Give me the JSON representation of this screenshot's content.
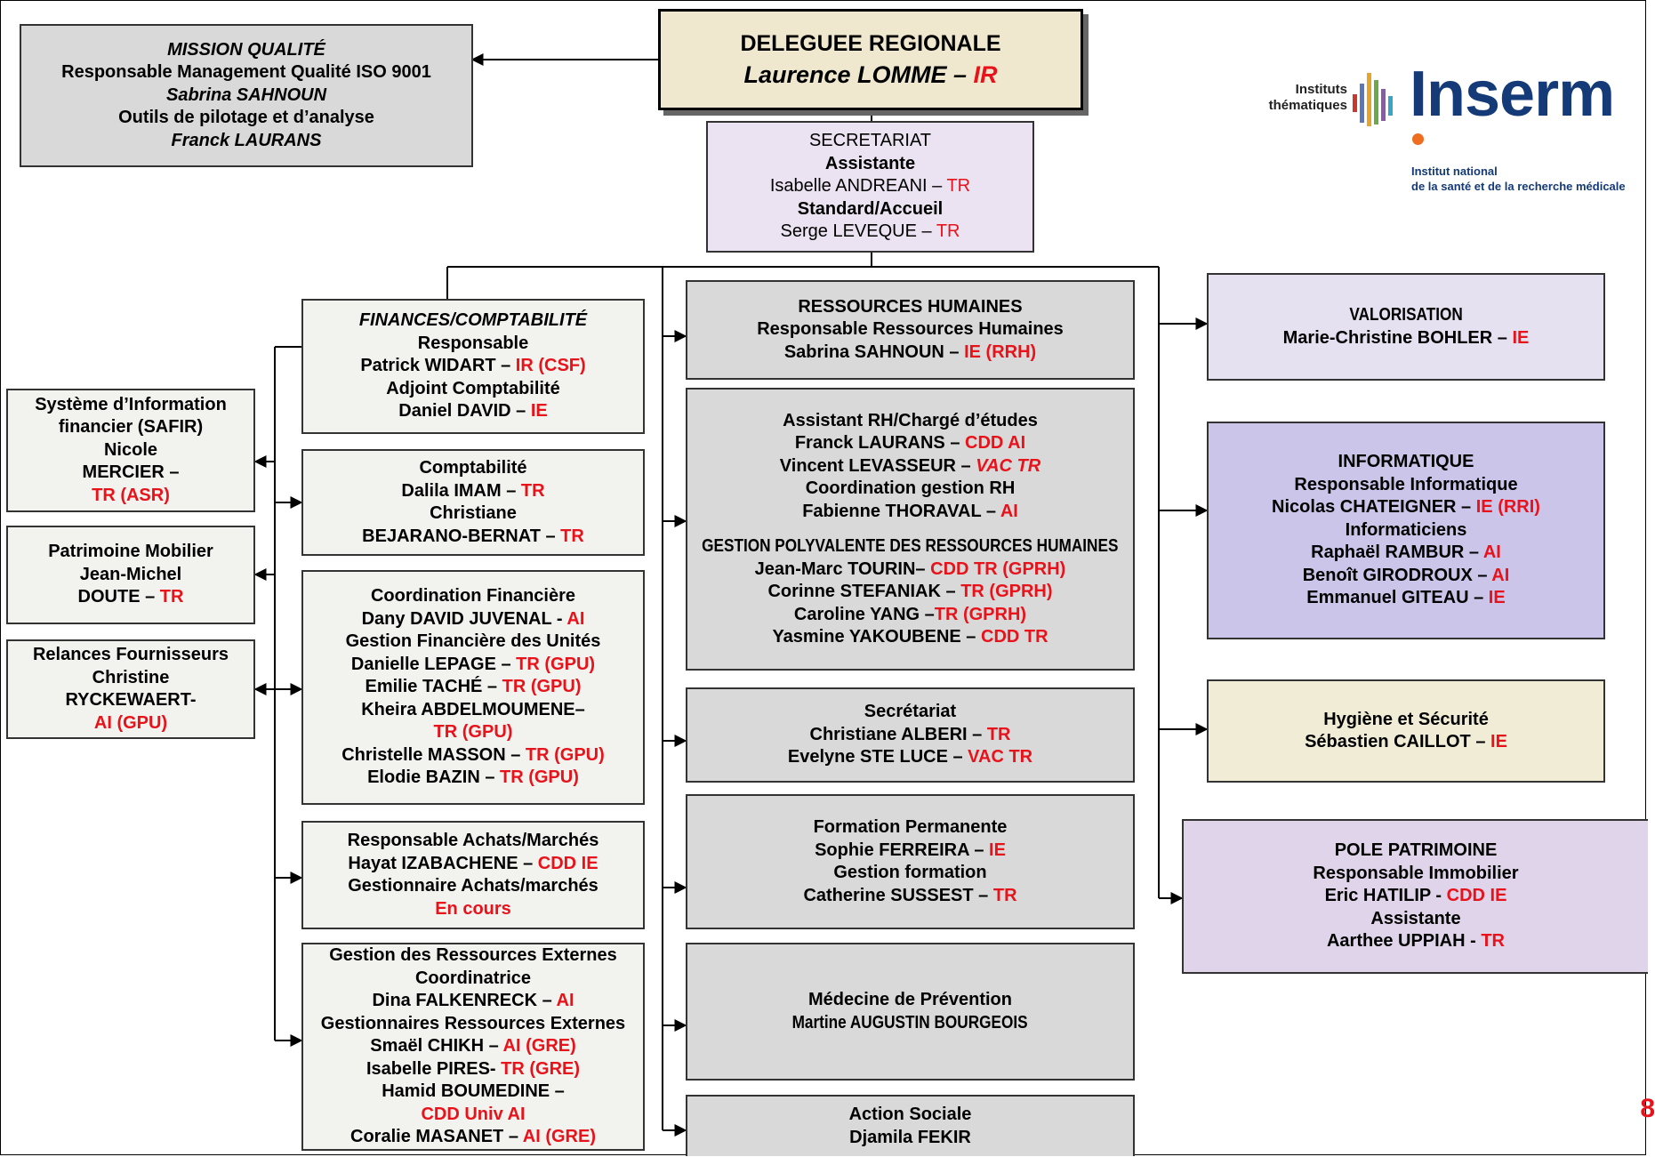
{
  "colors": {
    "red_accent": "#e8121a",
    "inserm_blue": "#143a78"
  },
  "header": {
    "title": "DELEGUEE REGIONALE",
    "name": "Laurence LOMME",
    "sep": " – ",
    "grade": "IR"
  },
  "logo": {
    "instituts_line1": "Instituts",
    "instituts_line2": "thématiques",
    "wordmark": "Inserm",
    "tagline_1": "Institut national",
    "tagline_2": "de la santé et de la recherche médicale"
  },
  "page_number": "8",
  "boxes": {
    "mission": [
      [
        {
          "t": "MISSION QUALITÉ",
          "c": "bi"
        }
      ],
      [
        {
          "t": "Responsable Management Qualité ISO 9001",
          "c": "b"
        }
      ],
      [
        {
          "t": "Sabrina SAHNOUN",
          "c": "bi"
        }
      ],
      [
        {
          "t": "Outils de pilotage et d’analyse",
          "c": "b"
        }
      ],
      [
        {
          "t": "Franck LAURANS",
          "c": "bi"
        }
      ]
    ],
    "secretariat": [
      [
        {
          "t": "SECRETARIAT",
          "c": "n"
        }
      ],
      [
        {
          "t": "Assistante",
          "c": "b"
        }
      ],
      [
        {
          "t": "Isabelle ANDREANI – ",
          "c": "n"
        },
        {
          "t": "TR",
          "c": "nr"
        }
      ],
      [
        {
          "t": "Standard/Accueil",
          "c": "b"
        }
      ],
      [
        {
          "t": "Serge LEVEQUE – ",
          "c": "n"
        },
        {
          "t": "TR",
          "c": "nr"
        }
      ]
    ],
    "finances": [
      [
        {
          "t": "FINANCES/COMPTABILITÉ",
          "c": "bi"
        }
      ],
      [
        {
          "t": "Responsable",
          "c": "b"
        }
      ],
      [
        {
          "t": "Patrick WIDART – ",
          "c": "b"
        },
        {
          "t": "IR (CSF)",
          "c": "br"
        }
      ],
      [
        {
          "t": "Adjoint Comptabilité",
          "c": "b"
        }
      ],
      [
        {
          "t": "Daniel DAVID – ",
          "c": "b"
        },
        {
          "t": "IE",
          "c": "br"
        }
      ]
    ],
    "comptabilite": [
      [
        {
          "t": "Comptabilité",
          "c": "b"
        }
      ],
      [
        {
          "t": "Dalila IMAM – ",
          "c": "b"
        },
        {
          "t": "TR",
          "c": "br"
        }
      ],
      [
        {
          "t": "Christiane",
          "c": "b"
        }
      ],
      [
        {
          "t": "BEJARANO-BERNAT – ",
          "c": "b"
        },
        {
          "t": "TR",
          "c": "br"
        }
      ]
    ],
    "coordination": [
      [
        {
          "t": "Coordination Financière",
          "c": "b"
        }
      ],
      [
        {
          "t": "Dany DAVID JUVENAL - ",
          "c": "b"
        },
        {
          "t": "AI",
          "c": "br"
        }
      ],
      [
        {
          "t": "Gestion Financière des Unités",
          "c": "b"
        }
      ],
      [
        {
          "t": "Danielle LEPAGE – ",
          "c": "b"
        },
        {
          "t": "TR (GPU)",
          "c": "br"
        }
      ],
      [
        {
          "t": "Emilie TACHÉ – ",
          "c": "b"
        },
        {
          "t": "TR (GPU)",
          "c": "br"
        }
      ],
      [
        {
          "t": "Kheira ABDELMOUMENE–",
          "c": "b"
        }
      ],
      [
        {
          "t": "TR (GPU)",
          "c": "br"
        }
      ],
      [
        {
          "t": "Christelle MASSON – ",
          "c": "b"
        },
        {
          "t": "TR (GPU)",
          "c": "br"
        }
      ],
      [
        {
          "t": "Elodie BAZIN – ",
          "c": "b"
        },
        {
          "t": "TR (GPU)",
          "c": "br"
        }
      ]
    ],
    "achats": [
      [
        {
          "t": "Responsable Achats/Marchés",
          "c": "b"
        }
      ],
      [
        {
          "t": "Hayat IZABACHENE – ",
          "c": "b"
        },
        {
          "t": "CDD IE",
          "c": "br"
        }
      ],
      [
        {
          "t": "Gestionnaire Achats/marchés",
          "c": "b"
        }
      ],
      [
        {
          "t": "En cours",
          "c": "br"
        }
      ]
    ],
    "externes": [
      [
        {
          "t": "Gestion des Ressources Externes",
          "c": "b"
        }
      ],
      [
        {
          "t": "Coordinatrice",
          "c": "b"
        }
      ],
      [
        {
          "t": "Dina FALKENRECK – ",
          "c": "b"
        },
        {
          "t": "AI",
          "c": "br"
        }
      ],
      [
        {
          "t": "Gestionnaires Ressources Externes",
          "c": "b"
        }
      ],
      [
        {
          "t": "Smaël CHIKH – ",
          "c": "b"
        },
        {
          "t": "AI (GRE)",
          "c": "br"
        }
      ],
      [
        {
          "t": "Isabelle PIRES- ",
          "c": "b"
        },
        {
          "t": "TR (GRE)",
          "c": "br"
        }
      ],
      [
        {
          "t": "Hamid BOUMEDINE –",
          "c": "b"
        }
      ],
      [
        {
          "t": "CDD Univ AI",
          "c": "br"
        }
      ],
      [
        {
          "t": "Coralie MASANET – ",
          "c": "b"
        },
        {
          "t": "AI (GRE)",
          "c": "br"
        }
      ]
    ],
    "safir": [
      [
        {
          "t": "Système d’Information",
          "c": "b"
        }
      ],
      [
        {
          "t": "financier (SAFIR)",
          "c": "b"
        }
      ],
      [
        {
          "t": "Nicole",
          "c": "b"
        }
      ],
      [
        {
          "t": "MERCIER –",
          "c": "b"
        }
      ],
      [
        {
          "t": "TR (ASR)",
          "c": "br"
        }
      ]
    ],
    "patrimoine_mobilier": [
      [
        {
          "t": "Patrimoine Mobilier",
          "c": "b"
        }
      ],
      [
        {
          "t": "Jean-Michel",
          "c": "b"
        }
      ],
      [
        {
          "t": "DOUTE – ",
          "c": "b"
        },
        {
          "t": "TR",
          "c": "br"
        }
      ]
    ],
    "relances": [
      [
        {
          "t": "Relances Fournisseurs",
          "c": "b"
        }
      ],
      [
        {
          "t": "Christine",
          "c": "b"
        }
      ],
      [
        {
          "t": "RYCKEWAERT-",
          "c": "b"
        }
      ],
      [
        {
          "t": "AI (GPU)",
          "c": "br"
        }
      ]
    ],
    "rh": [
      [
        {
          "t": "RESSOURCES HUMAINES",
          "c": "b"
        }
      ],
      [
        {
          "t": "Responsable Ressources Humaines",
          "c": "b"
        }
      ],
      [
        {
          "t": "Sabrina SAHNOUN – ",
          "c": "b"
        },
        {
          "t": "IE (RRH)",
          "c": "br"
        }
      ]
    ],
    "rh_team": [
      [
        {
          "t": "Assistant RH/Chargé d’études",
          "c": "b"
        }
      ],
      [
        {
          "t": "Franck LAURANS – ",
          "c": "b"
        },
        {
          "t": "CDD AI",
          "c": "br"
        }
      ],
      [
        {
          "t": "Vincent LEVASSEUR – ",
          "c": "b"
        },
        {
          "t": "VAC TR",
          "c": "bir"
        }
      ],
      [
        {
          "t": "Coordination gestion RH",
          "c": "b"
        }
      ],
      [
        {
          "t": "Fabienne THORAVAL – ",
          "c": "b"
        },
        {
          "t": "AI",
          "c": "br"
        }
      ],
      [
        {
          "t": "",
          "c": "b"
        }
      ],
      [
        {
          "t": "GESTION POLYVALENTE DES RESSOURCES HUMAINES",
          "c": "bc"
        }
      ],
      [
        {
          "t": "Jean-Marc TOURIN– ",
          "c": "b"
        },
        {
          "t": "CDD TR (GPRH)",
          "c": "br"
        }
      ],
      [
        {
          "t": "Corinne STEFANIAK – ",
          "c": "b"
        },
        {
          "t": "TR (GPRH)",
          "c": "br"
        }
      ],
      [
        {
          "t": "Caroline YANG –",
          "c": "b"
        },
        {
          "t": "TR (GPRH)",
          "c": "br"
        }
      ],
      [
        {
          "t": "Yasmine YAKOUBENE – ",
          "c": "b"
        },
        {
          "t": "CDD TR",
          "c": "br"
        }
      ]
    ],
    "secretariat2": [
      [
        {
          "t": "Secrétariat",
          "c": "b"
        }
      ],
      [
        {
          "t": "Christiane ALBERI – ",
          "c": "b"
        },
        {
          "t": "TR",
          "c": "br"
        }
      ],
      [
        {
          "t": "Evelyne STE LUCE – ",
          "c": "b"
        },
        {
          "t": "VAC TR",
          "c": "br"
        }
      ]
    ],
    "formation": [
      [
        {
          "t": "Formation Permanente",
          "c": "b"
        }
      ],
      [
        {
          "t": "Sophie FERREIRA – ",
          "c": "b"
        },
        {
          "t": "IE",
          "c": "br"
        }
      ],
      [
        {
          "t": "Gestion formation",
          "c": "b"
        }
      ],
      [
        {
          "t": "Catherine SUSSEST – ",
          "c": "b"
        },
        {
          "t": "TR",
          "c": "br"
        }
      ]
    ],
    "medecine": [
      [
        {
          "t": "Médecine de Prévention",
          "c": "b"
        }
      ],
      [
        {
          "t": "Martine AUGUSTIN BOURGEOIS",
          "c": "bc"
        }
      ]
    ],
    "action_sociale": [
      [
        {
          "t": "Action Sociale",
          "c": "b"
        }
      ],
      [
        {
          "t": "Djamila FEKIR",
          "c": "b"
        }
      ]
    ],
    "valorisation": [
      [
        {
          "t": "VALORISATION",
          "c": "bc"
        }
      ],
      [
        {
          "t": "Marie-Christine BOHLER – ",
          "c": "b"
        },
        {
          "t": "IE",
          "c": "br"
        }
      ]
    ],
    "informatique": [
      [
        {
          "t": "INFORMATIQUE",
          "c": "b"
        }
      ],
      [
        {
          "t": "Responsable Informatique",
          "c": "b"
        }
      ],
      [
        {
          "t": "Nicolas CHATEIGNER – ",
          "c": "b"
        },
        {
          "t": "IE (RRI)",
          "c": "br"
        }
      ],
      [
        {
          "t": "Informaticiens",
          "c": "b"
        }
      ],
      [
        {
          "t": "Raphaël RAMBUR – ",
          "c": "b"
        },
        {
          "t": "AI",
          "c": "br"
        }
      ],
      [
        {
          "t": "Benoît GIRODROUX – ",
          "c": "b"
        },
        {
          "t": "AI",
          "c": "br"
        }
      ],
      [
        {
          "t": "Emmanuel GITEAU – ",
          "c": "b"
        },
        {
          "t": "IE",
          "c": "br"
        }
      ]
    ],
    "hygiene": [
      [
        {
          "t": "Hygiène et Sécurité",
          "c": "b"
        }
      ],
      [
        {
          "t": "Sébastien CAILLOT – ",
          "c": "b"
        },
        {
          "t": "IE",
          "c": "br"
        }
      ]
    ],
    "pole_patrimoine": [
      [
        {
          "t": "POLE PATRIMOINE",
          "c": "b"
        }
      ],
      [
        {
          "t": "Responsable Immobilier",
          "c": "b"
        }
      ],
      [
        {
          "t": "Eric HATILIP - ",
          "c": "b"
        },
        {
          "t": "CDD IE",
          "c": "br"
        }
      ],
      [
        {
          "t": "Assistante",
          "c": "b"
        }
      ],
      [
        {
          "t": "Aarthee UPPIAH - ",
          "c": "b"
        },
        {
          "t": "TR",
          "c": "br"
        }
      ]
    ]
  }
}
